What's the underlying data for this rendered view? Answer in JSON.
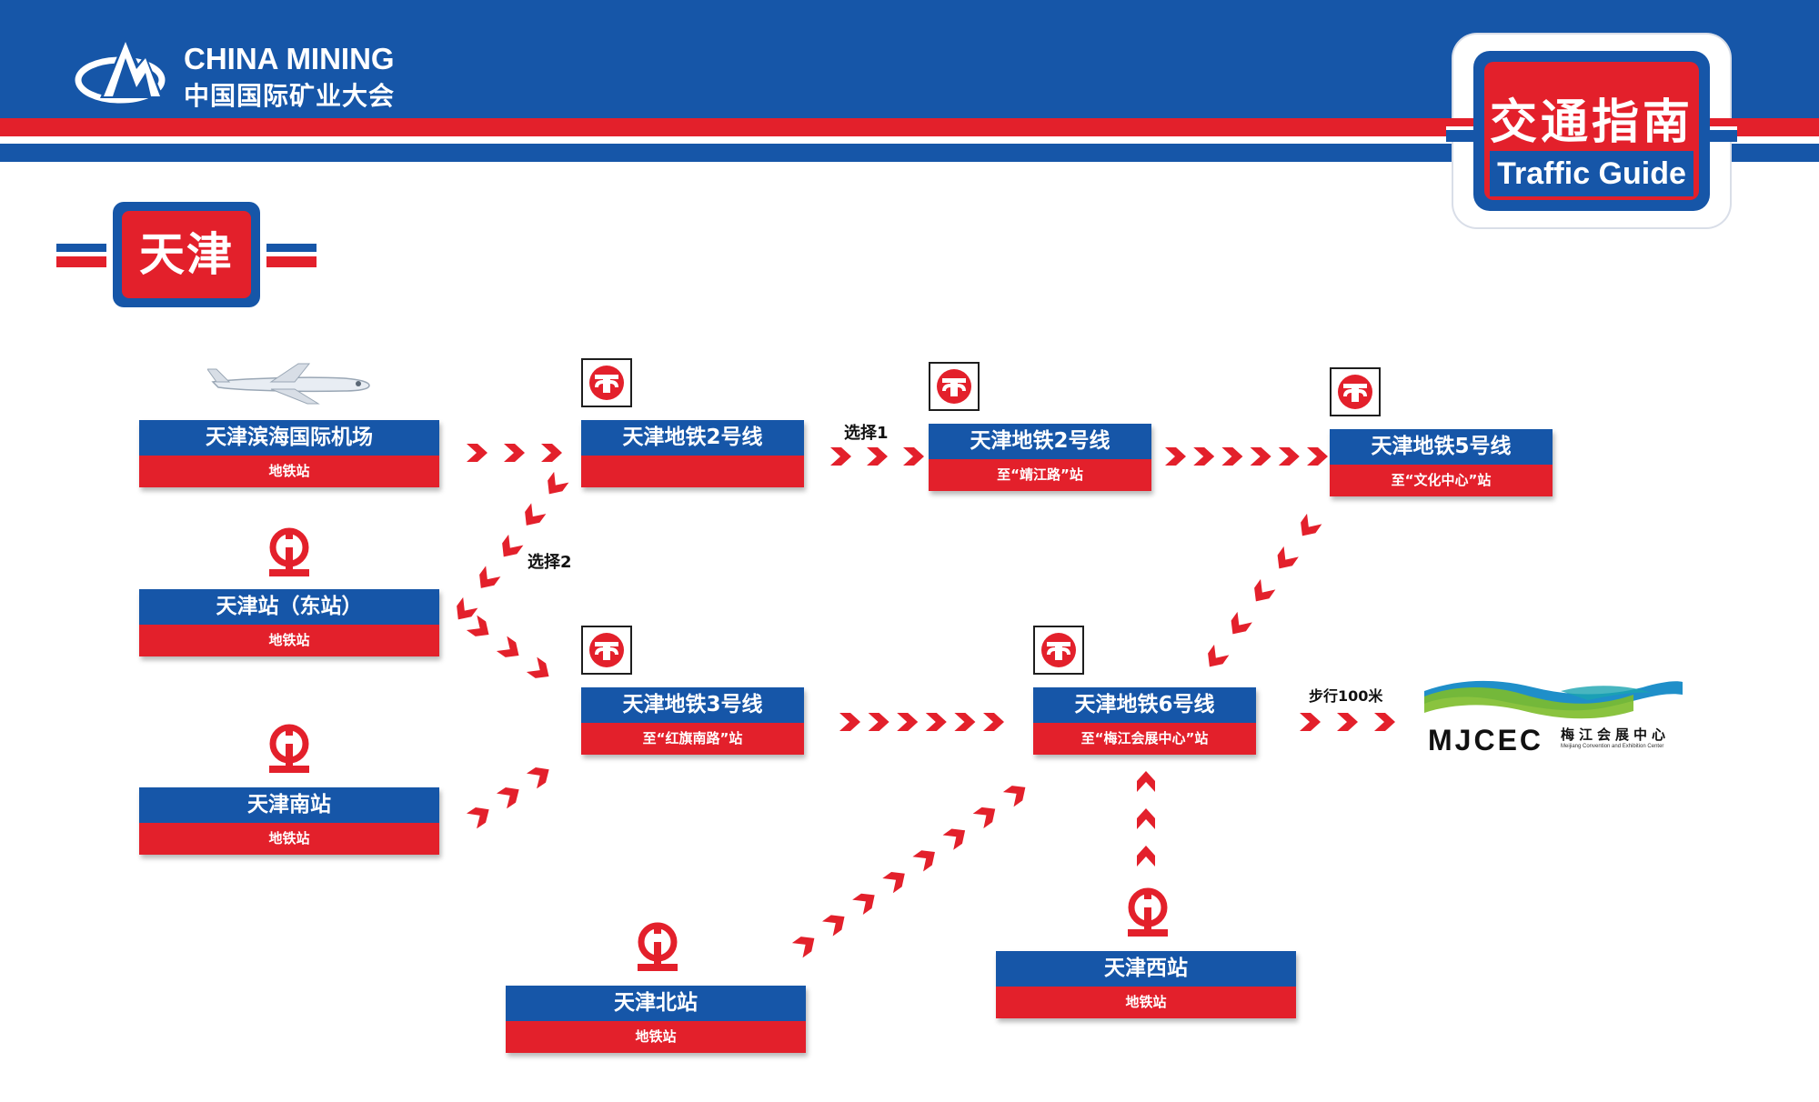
{
  "header": {
    "logo_en": "CHINA MINING",
    "logo_cn": "中国国际矿业大会",
    "guide_cn": "交通指南",
    "guide_en": "Traffic Guide"
  },
  "city": {
    "name": "天津"
  },
  "stations": {
    "airport": {
      "name": "天津滨海国际机场",
      "sub": "地铁站"
    },
    "east": {
      "name": "天津站（东站）",
      "sub": "地铁站"
    },
    "south": {
      "name": "天津南站",
      "sub": "地铁站"
    },
    "north": {
      "name": "天津北站",
      "sub": "地铁站"
    },
    "west": {
      "name": "天津西站",
      "sub": "地铁站"
    }
  },
  "lines": {
    "line2a": {
      "name": "天津地铁2号线",
      "sub": ""
    },
    "line2b": {
      "name": "天津地铁2号线",
      "sub": "至“靖江路”站"
    },
    "line5": {
      "name": "天津地铁5号线",
      "sub": "至“文化中心”站"
    },
    "line3": {
      "name": "天津地铁3号线",
      "sub": "至“红旗南路”站"
    },
    "line6": {
      "name": "天津地铁6号线",
      "sub": "至“梅江会展中心”站"
    }
  },
  "notes": {
    "option1": "选择1",
    "option2": "选择2",
    "walk": "步行100米"
  },
  "destination": {
    "logo_text": "MJCEC",
    "name_cn": "梅江会展中心",
    "name_en": "Meijiang Convention and Exhibition Center"
  },
  "colors": {
    "blue": "#1656a8",
    "red": "#e3202b",
    "arrow": "#e3202b",
    "mjcec_green": "#7dbd2a",
    "mjcec_blue": "#1f8fc9"
  },
  "icons": {
    "airport": "airplane-icon",
    "rail": "railway-icon",
    "metro": "metro-icon"
  }
}
